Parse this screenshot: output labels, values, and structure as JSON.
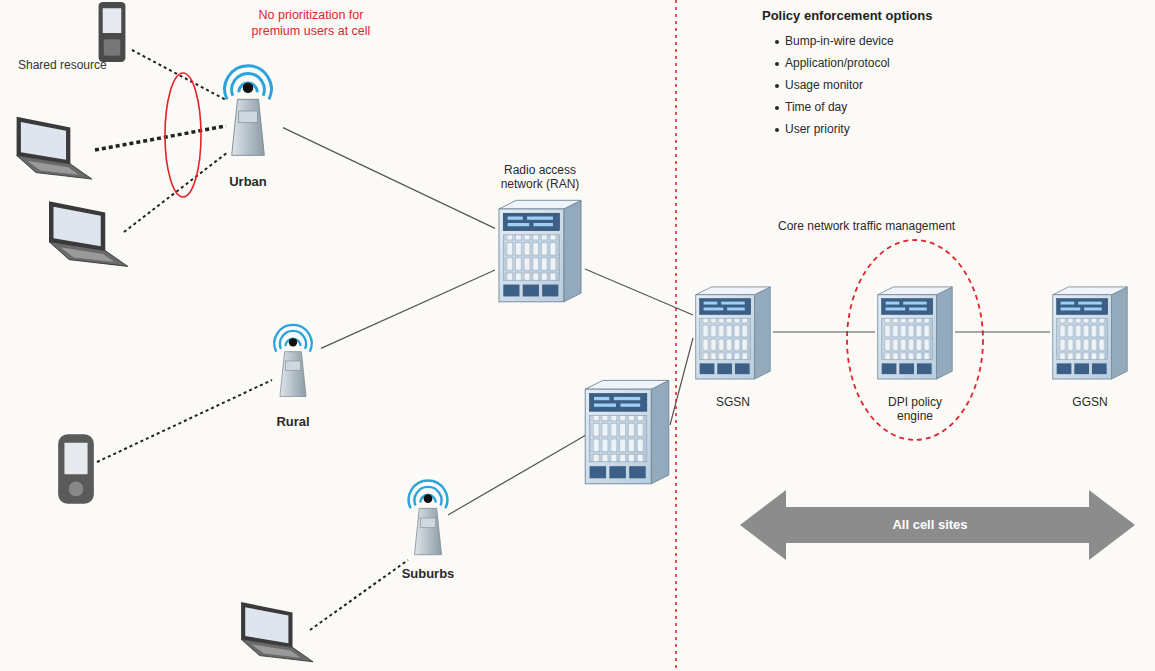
{
  "diagram": {
    "nodes": [
      {
        "text": [
          "Urban"
        ]
      },
      {
        "text": [
          "Rural"
        ]
      },
      {
        "text": [
          "Suburbs"
        ]
      },
      {
        "text": [
          "Radio access network (RAN)"
        ]
      },
      {
        "text": [
          "SGSN"
        ]
      },
      {
        "text": [
          "DPI policy engine"
        ]
      },
      {
        "text": [
          "GGSN"
        ]
      }
    ],
    "edges": [
      {
        "from": 0,
        "to": 3,
        "arrow": "none"
      },
      {
        "from": 1,
        "to": 3,
        "arrow": "none"
      },
      {
        "from": 3,
        "to": 4,
        "arrow": "none"
      },
      {
        "from": 4,
        "to": 5,
        "arrow": "none"
      },
      {
        "from": 5,
        "to": 6,
        "arrow": "none"
      }
    ],
    "labels": [
      "Shared resource",
      "No prioritization for premium users at cell",
      "Policy enforcement options",
      "Bump-in-wire device",
      "Application/protocol",
      "Usage monitor",
      "Time of day",
      "User priority",
      "Core network traffic management",
      "All cell sites"
    ]
  }
}
